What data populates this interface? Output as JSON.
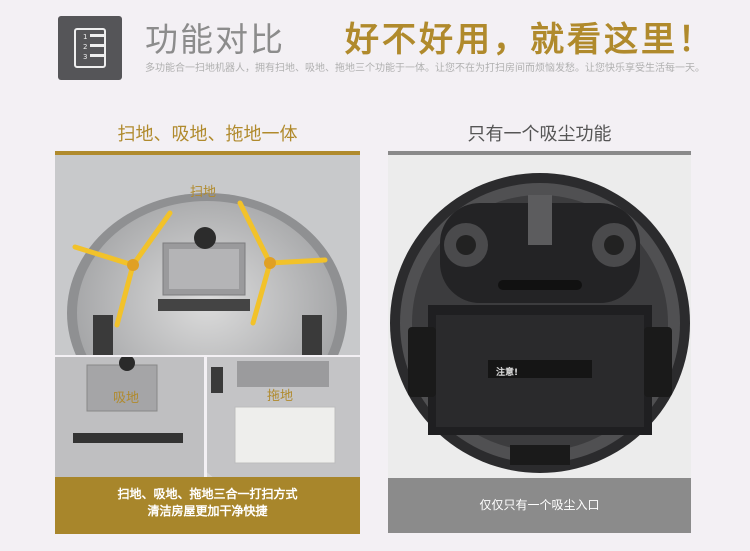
{
  "header": {
    "title": "功能对比",
    "slogan": "好不好用，就看这里！",
    "description": "多功能合一扫地机器人，拥有扫地、吸地、拖地三个功能于一体。让您不在为打扫房间而烦恼发愁。让您快乐享受生活每一天。",
    "icon_numbers": [
      "1",
      "2",
      "3"
    ]
  },
  "left": {
    "heading": "扫地、吸地、拖地一体",
    "main_label": "扫地",
    "sub1_label": "吸地",
    "sub2_label": "拖地",
    "footer_line1": "扫地、吸地、拖地三合一打扫方式",
    "footer_line2": "清洁房屋更加干净快捷"
  },
  "right": {
    "heading": "只有一个吸尘功能",
    "sticker_text": "注意!",
    "footer": "仅仅只有一个吸尘入口"
  },
  "colors": {
    "gold": "#b08a2c",
    "gold_dark": "#a8862b",
    "gray_bar": "#8b8b8b",
    "background": "#f3f0f4",
    "brush_yellow": "#f2c22a"
  },
  "icons": [
    "numbered-list-icon"
  ]
}
